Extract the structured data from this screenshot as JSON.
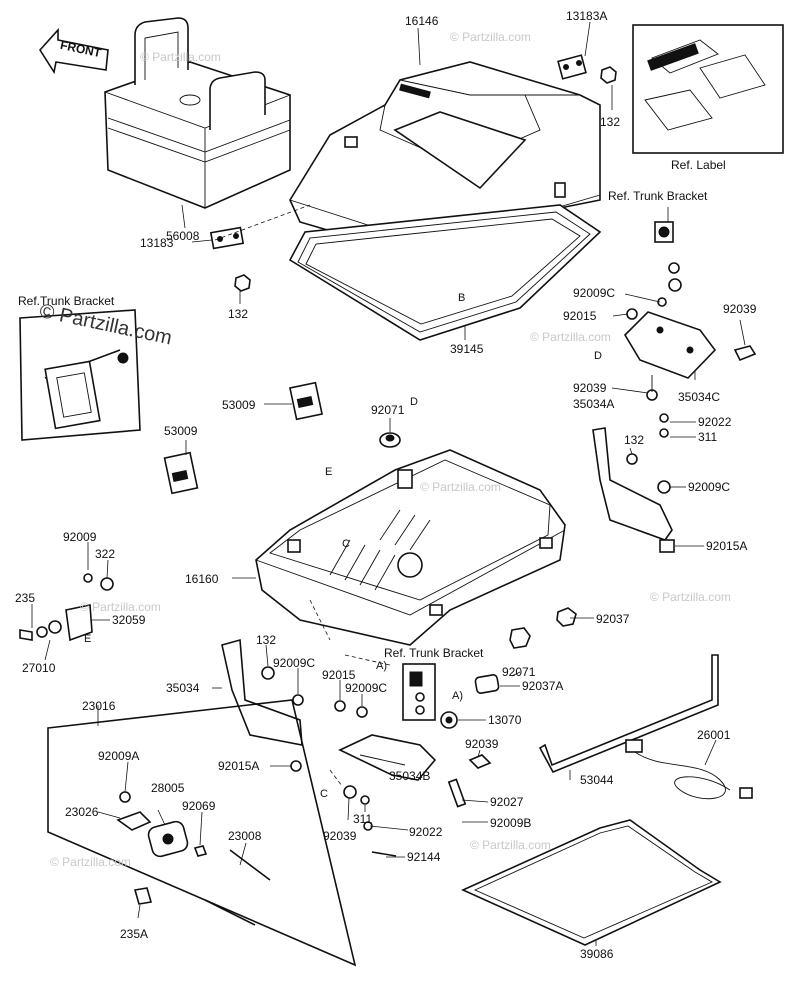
{
  "front_arrow": "FRONT",
  "watermark": {
    "main": "© Partzilla.com",
    "repeat": "© Partzilla.com"
  },
  "parts": {
    "p56008": "56008",
    "p16146": "16146",
    "p13183A": "13183A",
    "p132a": "132",
    "ref_label": "Ref. Label",
    "ref_trunk_bracket_top": "Ref. Trunk Bracket",
    "p13183": "13183",
    "p132b": "132",
    "B": "B",
    "ref_trunk_bracket_left": "Ref.Trunk Bracket",
    "p92009C_a": "92009C",
    "p92015": "92015",
    "p92039_a": "92039",
    "D_a": "D",
    "p39145": "39145",
    "p53009_a": "53009",
    "p92071_a": "92071",
    "D_b": "D",
    "p92039_b": "92039",
    "p35034C": "35034C",
    "p35034A": "35034A",
    "p92022_a": "92022",
    "p311_a": "311",
    "p53009_b": "53009",
    "p132c": "132",
    "E_a": "E",
    "p92009C_b": "92009C",
    "C_a": "C",
    "p92009": "92009",
    "p322": "322",
    "p16160": "16160",
    "p92015A_a": "92015A",
    "p235": "235",
    "p32059": "32059",
    "E_b": "E",
    "p92037": "92037",
    "p27010": "27010",
    "p132d": "132",
    "ref_trunk_bracket_mid": "Ref. Trunk Bracket",
    "p92009C_c": "92009C",
    "A_a": "A)",
    "p35034": "35034",
    "p92015_b": "92015",
    "p92009C_d": "92009C",
    "p92071_b": "92071",
    "p92037A": "92037A",
    "A_b": "A)",
    "p13070": "13070",
    "p23016": "23016",
    "p92009A": "92009A",
    "p92015A_b": "92015A",
    "p92039_c": "92039",
    "p26001": "26001",
    "p28005": "28005",
    "p23026": "23026",
    "p92069": "92069",
    "C_b": "C",
    "p35034B": "35034B",
    "p92027": "92027",
    "p53044": "53044",
    "p311_b": "311",
    "p92022_b": "92022",
    "p92009B": "92009B",
    "p92039_d": "92039",
    "p23008": "23008",
    "p92144": "92144",
    "p235A": "235A",
    "p39086": "39086"
  }
}
